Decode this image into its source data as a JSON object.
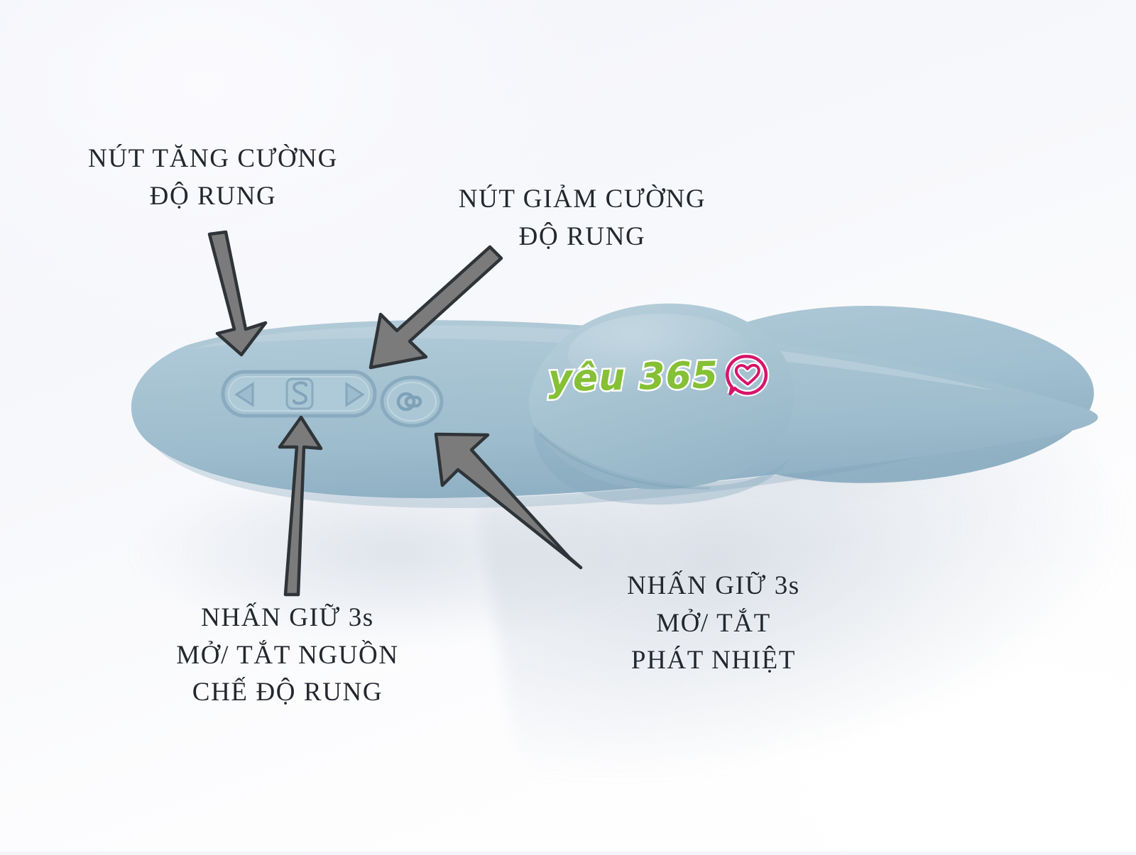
{
  "image": {
    "kind": "product-annotation-photo",
    "background_color": "#f4f5fa",
    "device_color": "#a6c3d2",
    "device_shadow_color": "#8fb0c2",
    "arrow_fill": "#7b7b7b",
    "arrow_outline": "#2f3438",
    "label_color": "#23282e"
  },
  "watermark": {
    "text": "yêu 365",
    "text_color": "#85c035",
    "outline_color": "#ffffff",
    "badge_icon": "heart-speech-bubble-icon",
    "badge_color": "#d6156b"
  },
  "labels": {
    "increase": {
      "line1": "NÚT TĂNG CƯỜNG",
      "line2": "ĐỘ RUNG"
    },
    "decrease": {
      "line1": "NÚT GIẢM CƯỜNG",
      "line2": "ĐỘ RUNG"
    },
    "power": {
      "line1": "NHẤN GIỮ 3s",
      "line2": "MỞ/ TẮT NGUỒN",
      "line3": "CHẾ ĐỘ RUNG"
    },
    "heat": {
      "line1": "NHẤN GIỮ 3s",
      "line2": "MỞ/ TẮT",
      "line3": "PHÁT NHIỆT"
    }
  },
  "controls": {
    "minus_button": "triangle-left-icon",
    "power_button": "wave-power-icon",
    "plus_button": "triangle-right-icon",
    "heat_button": "thermometer-heat-icon"
  },
  "arrows": [
    {
      "name": "arrow-to-increase-button",
      "direction": "down-right"
    },
    {
      "name": "arrow-to-decrease-button",
      "direction": "down-left"
    },
    {
      "name": "arrow-to-power-button",
      "direction": "up"
    },
    {
      "name": "arrow-to-heat-button",
      "direction": "up-left"
    }
  ]
}
